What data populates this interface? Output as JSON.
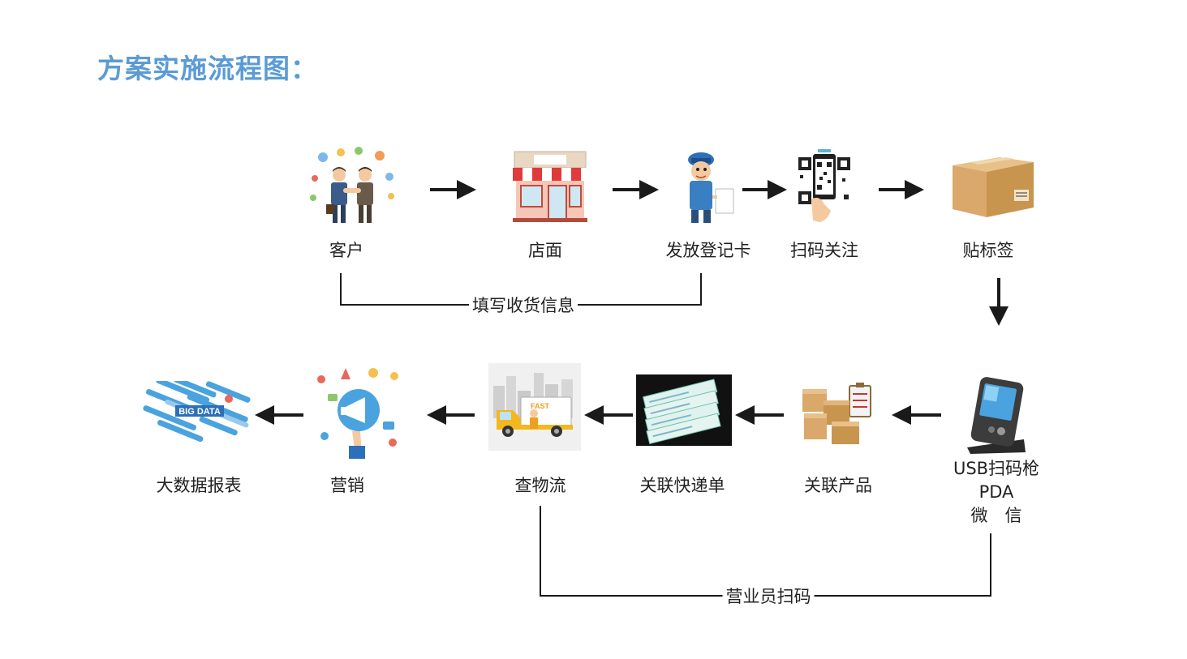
{
  "title": "方案实施流程图：",
  "steps": {
    "customer": "客户",
    "store": "店面",
    "issue_card": "发放登记卡",
    "scan_follow": "扫码关注",
    "label": "贴标签",
    "scanner_line1": "USB扫码枪",
    "scanner_line2": "PDA",
    "scanner_line3": "微　信",
    "link_product": "关联产品",
    "link_waybill": "关联快递单",
    "logistics": "查物流",
    "marketing": "营销",
    "report": "大数据报表"
  },
  "connectors": {
    "fill_info": "填写收货信息",
    "clerk_scan": "营业员扫码"
  },
  "icon_text": {
    "truck": "FAST",
    "bigdata": "BIG DATA"
  },
  "colors": {
    "title": "#5b9bd5",
    "arrow": "#1a1a1a"
  }
}
